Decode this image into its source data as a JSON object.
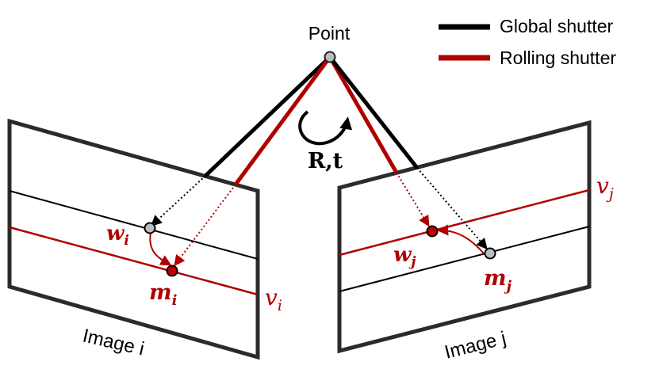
{
  "point_label": "Point",
  "motion_label": "R,t",
  "legend": {
    "global": {
      "label": "Global shutter",
      "color": "#000000"
    },
    "rolling": {
      "label": "Rolling shutter",
      "color": "#b00000"
    }
  },
  "image_i": {
    "caption": "Image i",
    "w": "w",
    "w_sub": "i",
    "m": "m",
    "m_sub": "i",
    "v": "v",
    "v_sub": "i"
  },
  "image_j": {
    "caption": "Image j",
    "w": "w",
    "w_sub": "j",
    "m": "m",
    "m_sub": "j",
    "v": "v",
    "v_sub": "j"
  },
  "colors": {
    "black": "#000000",
    "red": "#b00000",
    "gray_point": "#bdbdbd",
    "red_point": "#c00000"
  }
}
